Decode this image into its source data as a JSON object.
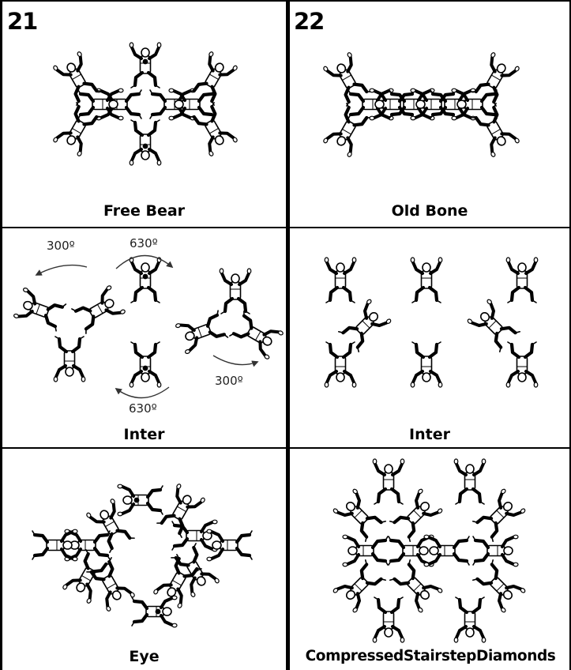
{
  "sheet": {
    "left_number": "21",
    "right_number": "22"
  },
  "cells": [
    {
      "name": "Free Bear"
    },
    {
      "name": "Old Bone"
    },
    {
      "name": "Inter"
    },
    {
      "name": "Inter"
    },
    {
      "name": "Eye"
    },
    {
      "name": "CompressedStairstepDiamonds"
    }
  ],
  "annotations": {
    "rot_top_left": "300º",
    "rot_top_center": "630º",
    "rot_bottom_center": "630º",
    "rot_bottom_right": "300º"
  },
  "icons": [
    "skydiver-figure-icon",
    "rotation-arrow-icon"
  ]
}
